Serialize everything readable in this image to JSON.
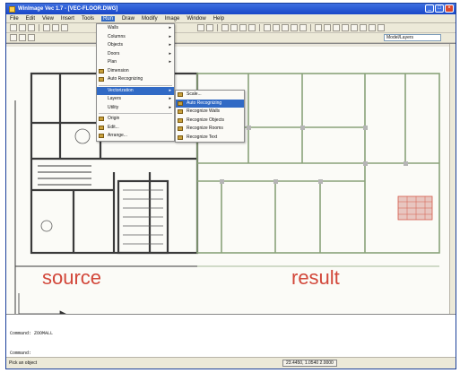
{
  "window": {
    "title": "WinImage Vec 1.7 - [VEC-FLOOR.DWG]"
  },
  "menubar": [
    "File",
    "Edit",
    "View",
    "Insert",
    "Tools",
    "Run",
    "Draw",
    "Modify",
    "Image",
    "Window",
    "Help"
  ],
  "toolbar": {
    "layer_value": "Model/Layers"
  },
  "run_menu": [
    {
      "label": "Walls",
      "has_sub": true
    },
    {
      "label": "Columns",
      "has_sub": true
    },
    {
      "label": "Objects",
      "has_sub": true
    },
    {
      "label": "Doors",
      "has_sub": true
    },
    {
      "label": "Plan",
      "has_sub": true
    },
    {
      "label": "Dimension",
      "has_sub": false
    },
    {
      "label": "Auto Recognizing",
      "has_sub": false
    },
    {
      "label": "Vectorization",
      "has_sub": true
    },
    {
      "label": "Layers",
      "has_sub": true
    },
    {
      "label": "Utility",
      "has_sub": true
    },
    {
      "label": "Origin",
      "has_sub": false
    },
    {
      "label": "Edit...",
      "has_sub": false
    },
    {
      "label": "Arrange...",
      "has_sub": false
    }
  ],
  "sub_menu": [
    "Scale...",
    "Auto Recognizing",
    "Recognize Walls",
    "Recognize Objects",
    "Recognize Rooms",
    "Recognize Text"
  ],
  "labels": {
    "source": "source",
    "result": "result"
  },
  "command": {
    "line": "Command:  ZOOMALL",
    "prompt": "Command:"
  },
  "status": {
    "left": "Pick an object",
    "coords": "23.4450, 1.0540 2.0000"
  }
}
